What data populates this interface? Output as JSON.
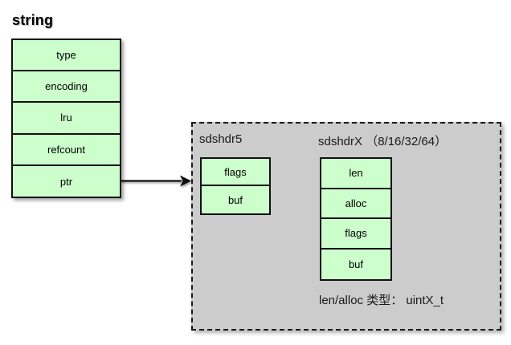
{
  "diagram": {
    "title": "string",
    "colors": {
      "struct_fill": "#ccffcc",
      "struct_border": "#111111",
      "container_fill": "#cccccc",
      "container_border": "#1a1a1a",
      "arrow": "#111111",
      "page_background": "#ffffff"
    },
    "redis_object": {
      "name": "string",
      "fields": [
        {
          "label": "type"
        },
        {
          "label": "encoding"
        },
        {
          "label": "lru"
        },
        {
          "label": "refcount"
        },
        {
          "label": "ptr"
        }
      ]
    },
    "connector": {
      "name": "ptr-to-sds-arrow",
      "from": "ptr",
      "to": "sds-container",
      "style": "solid-arrow"
    },
    "sds_container": {
      "name": "sds-header-variants",
      "groups": [
        {
          "label": "sdshdr5",
          "fields": [
            {
              "label": "flags"
            },
            {
              "label": "buf"
            }
          ]
        },
        {
          "label": "sdshdrX （8/16/32/64）",
          "fields": [
            {
              "label": "len"
            },
            {
              "label": "alloc"
            },
            {
              "label": "flags"
            },
            {
              "label": "buf"
            }
          ]
        }
      ],
      "caption": "len/alloc 类型： uintX_t"
    }
  }
}
